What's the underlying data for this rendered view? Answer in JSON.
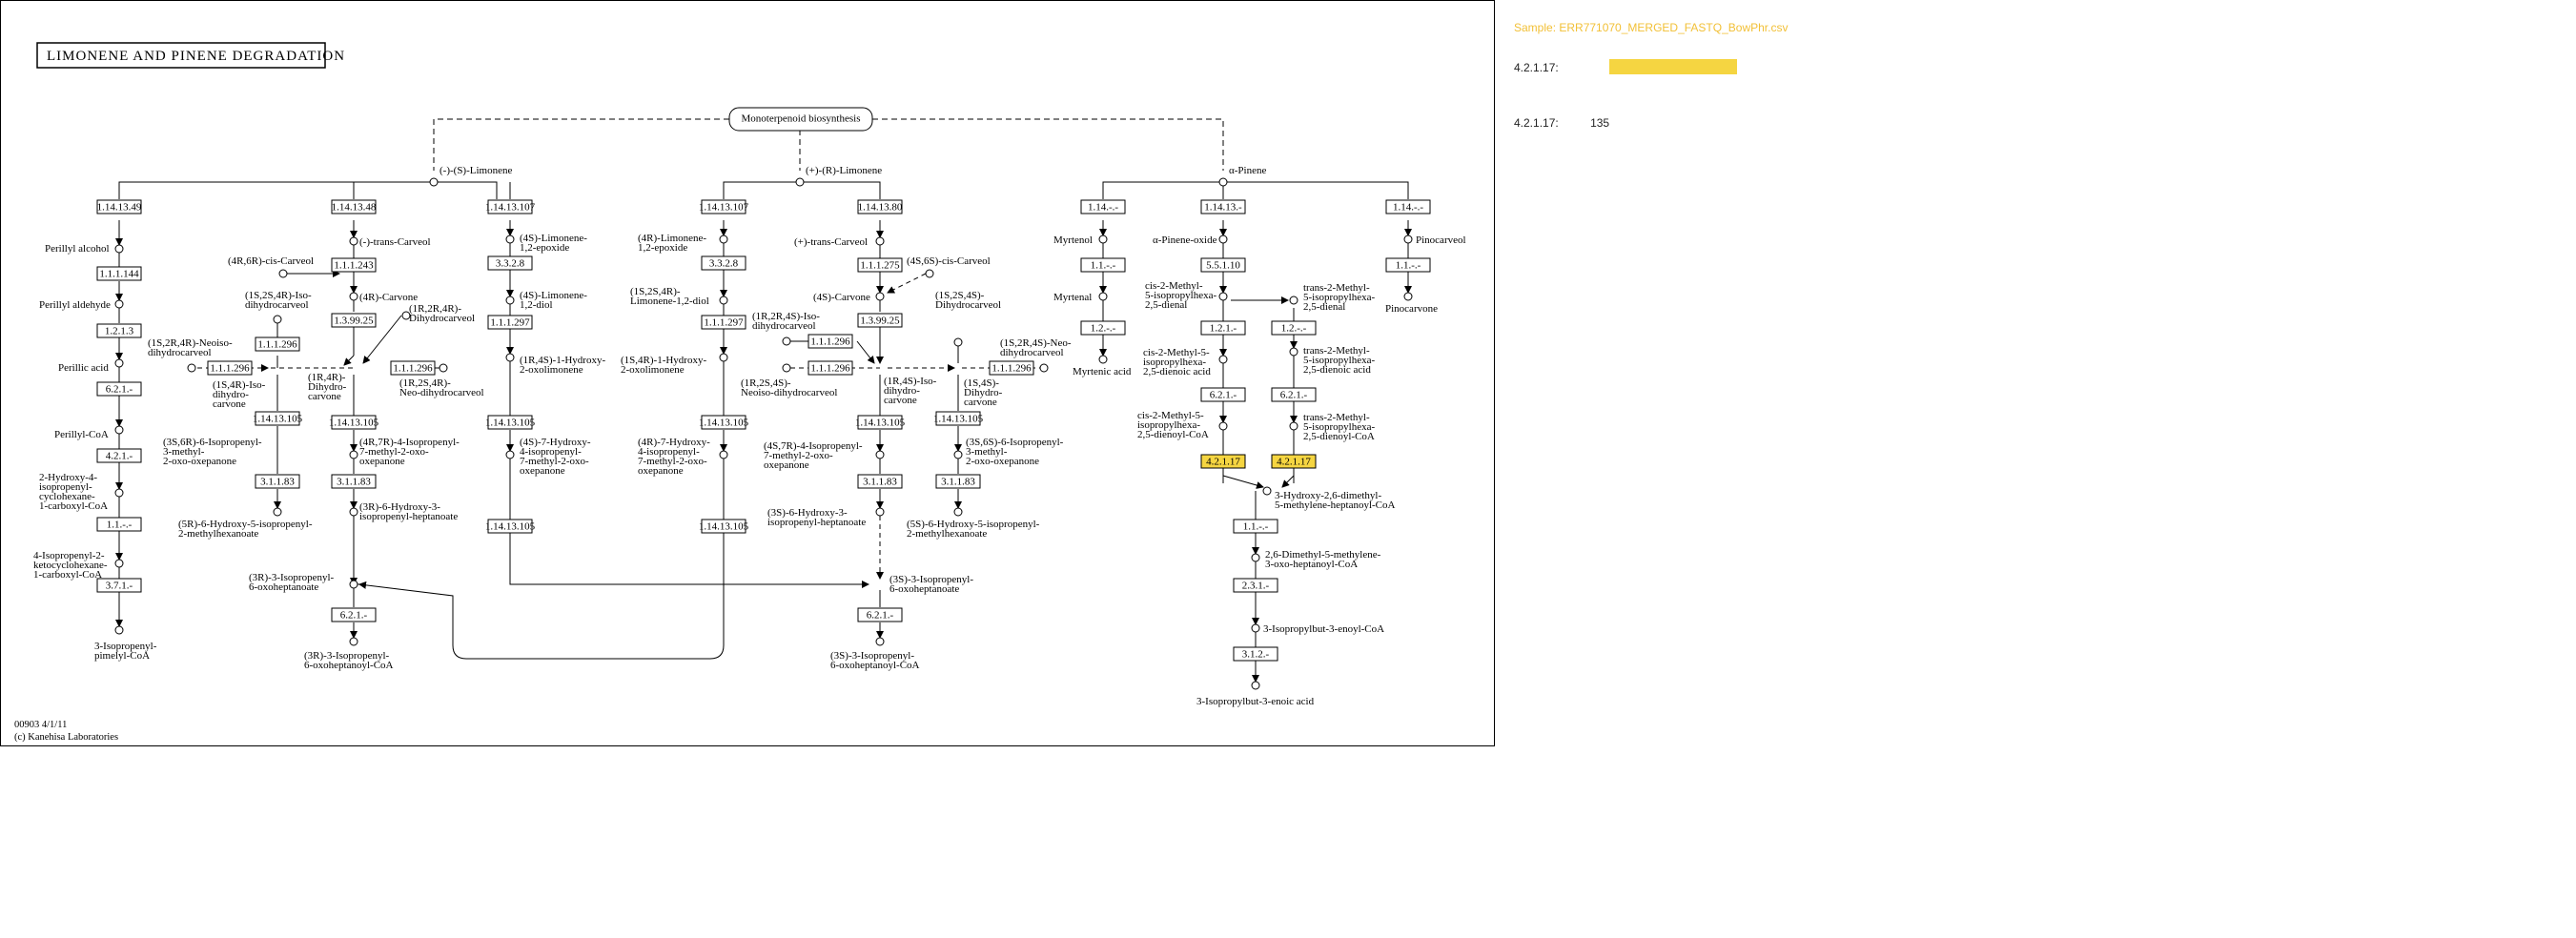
{
  "map": {
    "title": "LIMONENE AND PINENE DEGRADATION",
    "footer_id": "00903 4/1/11",
    "footer_copy": "(c) Kanehisa Laboratories",
    "highlight_color": "#f5d541"
  },
  "side_panel": {
    "sample": "Sample: ERR771070_MERGED_FASTQ_BowPhr.csv",
    "rows": [
      {
        "ec": "4.2.1.17:",
        "value": "",
        "bar_fraction": 1.0
      },
      {
        "ec": "4.2.1.17:",
        "value": "135"
      }
    ]
  },
  "nodes": {
    "monoterpenoid": "Monoterpenoid biosynthesis",
    "lim_s": "(-)-(S)-Limonene",
    "lim_r": "(+)-(R)-Limonene",
    "pinene": "α-Pinene",
    "perillyl_alcohol": "Perillyl alcohol",
    "perillyl_aldehyde": "Perillyl aldehyde",
    "perillic_acid": "Perillic acid",
    "perillyl_coa": "Perillyl-CoA",
    "hydroxy_iso_l1": "2-Hydroxy-4-",
    "hydroxy_iso_l2": "isopropenyl-",
    "hydroxy_iso_l3": "cyclohexane-",
    "hydroxy_iso_l4": "1-carboxyl-CoA",
    "keto_l1": "4-Isopropenyl-2-",
    "keto_l2": "ketocyclohexane-",
    "keto_l3": "1-carboxyl-CoA",
    "pimelyl_l1": "3-Isopropenyl-",
    "pimelyl_l2": "pimelyl-CoA",
    "trans_carveol_s": "(-)-trans-Carveol",
    "cis_carveol_4r6r": "(4R,6R)-cis-Carveol",
    "carvone_4r": "(4R)-Carvone",
    "iso_dhc_1s2s4r_l1": "(1S,2S,4R)-Iso-",
    "iso_dhc_1s2s4r_l2": "dihydrocarveol",
    "neoiso_1s2r4r_l1": "(1S,2R,4R)-Neoiso-",
    "neoiso_1s2r4r_l2": "dihydrocarveol",
    "dhcarvone_1r4r_l1": "(1R,4R)-",
    "dhcarvone_1r4r_l2": "Dihydro-",
    "dhcarvone_1r4r_l3": "carvone",
    "isodhcarvone_1s4r_l1": "(1S,4R)-Iso-",
    "isodhcarvone_1s4r_l2": "dihydro-",
    "isodhcarvone_1s4r_l3": "carvone",
    "dhc_1r2r4r_l1": "(1R,2R,4R)-",
    "dhc_1r2r4r_l2": "Dihydrocarveol",
    "neodhc_1r2s4r_l1": "(1R,2S,4R)-",
    "neodhc_1r2s4r_l2": "Neo-dihydrocarveol",
    "oxep_3s6r_l1": "(3S,6R)-6-Isopropenyl-",
    "oxep_3s6r_l2": "3-methyl-",
    "oxep_3s6r_l3": "2-oxo-oxepanone",
    "hex_5r_l1": "(5R)-6-Hydroxy-5-isopropenyl-",
    "hex_5r_l2": "2-methylhexanoate",
    "oxep_4r7r_l1": "(4R,7R)-4-Isopropenyl-",
    "oxep_4r7r_l2": "7-methyl-2-oxo-",
    "oxep_4r7r_l3": "oxepanone",
    "hept_3r_l1": "(3R)-6-Hydroxy-3-",
    "hept_3r_l2": "isopropenyl-heptanoate",
    "oxoheptanoate_3r_l1": "(3R)-3-Isopropenyl-",
    "oxoheptanoate_3r_l2": "6-oxoheptanoate",
    "oxoheptcoa_3r_l1": "(3R)-3-Isopropenyl-",
    "oxoheptcoa_3r_l2": "6-oxoheptanoyl-CoA",
    "epox_4s_l1": "(4S)-Limonene-",
    "epox_4s_l2": "1,2-epoxide",
    "diol_4s_l1": "(4S)-Limonene-",
    "diol_4s_l2": "1,2-diol",
    "oxolim_1r4s_l1": "(1R,4S)-1-Hydroxy-",
    "oxolim_1r4s_l2": "2-oxolimonene",
    "hyd_4s_l1": "(4S)-7-Hydroxy-",
    "hyd_4s_l2": "4-isopropenyl-",
    "hyd_4s_l3": "7-methyl-2-oxo-",
    "hyd_4s_l4": "oxepanone",
    "epox_4r_l1": "(4R)-Limonene-",
    "epox_4r_l2": "1,2-epoxide",
    "diol_1s2s4r_l1": "(1S,2S,4R)-",
    "diol_1s2s4r_l2": "Limonene-1,2-diol",
    "oxolim_1s4r_l1": "(1S,4R)-1-Hydroxy-",
    "oxolim_1s4r_l2": "2-oxolimonene",
    "hyd_4r_l1": "(4R)-7-Hydroxy-",
    "hyd_4r_l2": "4-isopropenyl-",
    "hyd_4r_l3": "7-methyl-2-oxo-",
    "hyd_4r_l4": "oxepanone",
    "trans_carveol_r": "(+)-trans-Carveol",
    "cis_carveol_4s6s": "(4S,6S)-cis-Carveol",
    "carvone_4s": "(4S)-Carvone",
    "iso_dhc_1s2s4s_l1": "(1S,2S,4S)-",
    "iso_dhc_1s2s4s_l2": "Dihydrocarveol",
    "isodhc_1r2r4s_l1": "(1R,2R,4S)-Iso-",
    "isodhc_1r2r4s_l2": "dihydrocarveol",
    "neoisodhc_1r2s4s_l1": "(1R,2S,4S)-",
    "neoisodhc_1r2s4s_l2": "Neoiso-dihydrocarveol",
    "isodhcarvone_1r4s_l1": "(1R,4S)-Iso-",
    "isodhcarvone_1r4s_l2": "dihydro-",
    "isodhcarvone_1r4s_l3": "carvone",
    "dhcarvone_1s4s_l1": "(1S,4S)-",
    "dhcarvone_1s4s_l2": "Dihydro-",
    "dhcarvone_1s4s_l3": "carvone",
    "neodhc_1s2r4s_l1": "(1S,2R,4S)-Neo-",
    "neodhc_1s2r4s_l2": "dihydrocarveol",
    "oxep_4s7r_l1": "(4S,7R)-4-Isopropenyl-",
    "oxep_4s7r_l2": "7-methyl-2-oxo-",
    "oxep_4s7r_l3": "oxepanone",
    "oxep_3s6s_l1": "(3S,6S)-6-Isopropenyl-",
    "oxep_3s6s_l2": "3-methyl-",
    "oxep_3s6s_l3": "2-oxo-oxepanone",
    "hept_3s_l1": "(3S)-6-Hydroxy-3-",
    "hept_3s_l2": "isopropenyl-heptanoate",
    "hex_5s_l1": "(5S)-6-Hydroxy-5-isopropenyl-",
    "hex_5s_l2": "2-methylhexanoate",
    "oxoheptanoate_3s_l1": "(3S)-3-Isopropenyl-",
    "oxoheptanoate_3s_l2": "6-oxoheptanoate",
    "oxoheptcoa_3s_l1": "(3S)-3-Isopropenyl-",
    "oxoheptcoa_3s_l2": "6-oxoheptanoyl-CoA",
    "myrtenol": "Myrtenol",
    "myrtenal": "Myrtenal",
    "myrtenic_acid": "Myrtenic acid",
    "pinene_oxide": "α-Pinene-oxide",
    "pinocarveol": "Pinocarveol",
    "pinocarvone": "Pinocarvone",
    "cis_dienal_l1": "cis-2-Methyl-",
    "cis_dienal_l2": "5-isopropylhexa-",
    "cis_dienal_l3": "2,5-dienal",
    "trans_dienal_l1": "trans-2-Methyl-",
    "trans_dienal_l2": "5-isopropylhexa-",
    "trans_dienal_l3": "2,5-dienal",
    "cis_dienoic_l1": "cis-2-Methyl-5-",
    "cis_dienoic_l2": "isopropylhexa-",
    "cis_dienoic_l3": "2,5-dienoic acid",
    "trans_dienoic_l1": "trans-2-Methyl-",
    "trans_dienoic_l2": "5-isopropylhexa-",
    "trans_dienoic_l3": "2,5-dienoic acid",
    "cis_dienoyl_l1": "cis-2-Methyl-5-",
    "cis_dienoyl_l2": "isopropylhexa-",
    "cis_dienoyl_l3": "2,5-dienoyl-CoA",
    "trans_dienoyl_l1": "trans-2-Methyl-",
    "trans_dienoyl_l2": "5-isopropylhexa-",
    "trans_dienoyl_l3": "2,5-dienoyl-CoA",
    "hydroxydimethyl_l1": "3-Hydroxy-2,6-dimethyl-",
    "hydroxydimethyl_l2": "5-methylene-heptanoyl-CoA",
    "oxohept_l1": "2,6-Dimethyl-5-methylene-",
    "oxohept_l2": "3-oxo-heptanoyl-CoA",
    "isopropylbutenoyl": "3-Isopropylbut-3-enoyl-CoA",
    "isopropylbutenoic": "3-Isopropylbut-3-enoic acid"
  },
  "enzymes": {
    "e1": "1.14.13.49",
    "e2": "1.1.1.144",
    "e3": "1.2.1.3",
    "e4": "6.2.1.-",
    "e5": "4.2.1.-",
    "e6": "1.1.-.-",
    "e7": "3.7.1.-",
    "e8": "1.14.13.48",
    "e9": "1.1.1.243",
    "e10": "1.3.99.25",
    "e11": "1.1.1.296",
    "e12": "1.1.1.296",
    "e13": "1.1.1.296",
    "e14": "1.14.13.105",
    "e15": "1.14.13.105",
    "e16": "3.1.1.83",
    "e17": "3.1.1.83",
    "e18": "6.2.1.-",
    "e19": "1.14.13.107",
    "e20": "3.3.2.8",
    "e21": "1.1.1.297",
    "e22": "1.14.13.105",
    "e23": "1.14.13.105",
    "e24": "1.14.13.107",
    "e25": "3.3.2.8",
    "e26": "1.1.1.297",
    "e27": "1.14.13.105",
    "e28": "1.14.13.105",
    "e29": "1.14.13.80",
    "e30": "1.1.1.275",
    "e31": "1.3.99.25",
    "e32": "1.1.1.296",
    "e33": "1.1.1.296",
    "e34": "1.1.1.296",
    "e35": "1.14.13.105",
    "e36": "1.14.13.105",
    "e37": "3.1.1.83",
    "e38": "3.1.1.83",
    "e39": "6.2.1.-",
    "e40": "1.14.-.-",
    "e41": "1.1.-.-",
    "e42": "1.2.-.-",
    "e43": "1.14.13.-",
    "e44": "5.5.1.10",
    "e45": "1.2.1.-",
    "e46": "6.2.1.-",
    "e47": "4.2.1.17",
    "e48": "1.2.-.-",
    "e49": "6.2.1.-",
    "e50": "4.2.1.17",
    "e51": "1.14.-.-",
    "e52": "1.1.-.-",
    "e53": "1.1.-.-",
    "e54": "2.3.1.-",
    "e55": "3.1.2.-"
  },
  "highlighted_enzymes": [
    "e47",
    "e50"
  ]
}
